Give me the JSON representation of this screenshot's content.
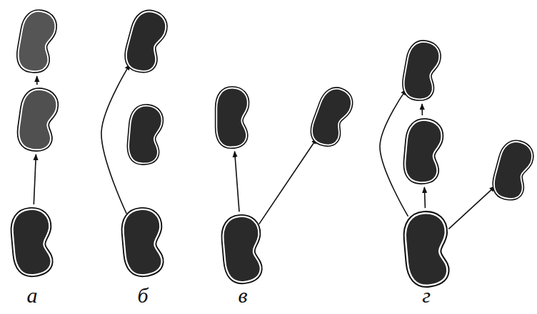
{
  "diagram": {
    "nodes": [
      {
        "text": []
      },
      {
        "text": []
      },
      {
        "text": []
      },
      {
        "text": []
      },
      {
        "text": []
      },
      {
        "text": []
      },
      {
        "text": []
      },
      {
        "text": []
      },
      {
        "text": []
      },
      {
        "text": []
      },
      {
        "text": []
      },
      {
        "text": []
      },
      {
        "text": []
      }
    ],
    "edges": [
      {
        "from": 2,
        "to": 1,
        "arrow": "to"
      },
      {
        "from": 1,
        "to": 0,
        "arrow": "to"
      },
      {
        "from": 5,
        "to": 3,
        "arrow": "to"
      },
      {
        "from": 8,
        "to": 6,
        "arrow": "to"
      },
      {
        "from": 8,
        "to": 7,
        "arrow": "to"
      },
      {
        "from": 11,
        "to": 10,
        "arrow": "to"
      },
      {
        "from": 10,
        "to": 9,
        "arrow": "to"
      },
      {
        "from": 11,
        "to": 9,
        "arrow": "to"
      },
      {
        "from": 11,
        "to": 12,
        "arrow": "to"
      }
    ],
    "labels": [
      "а",
      "б",
      "в",
      "г"
    ]
  }
}
